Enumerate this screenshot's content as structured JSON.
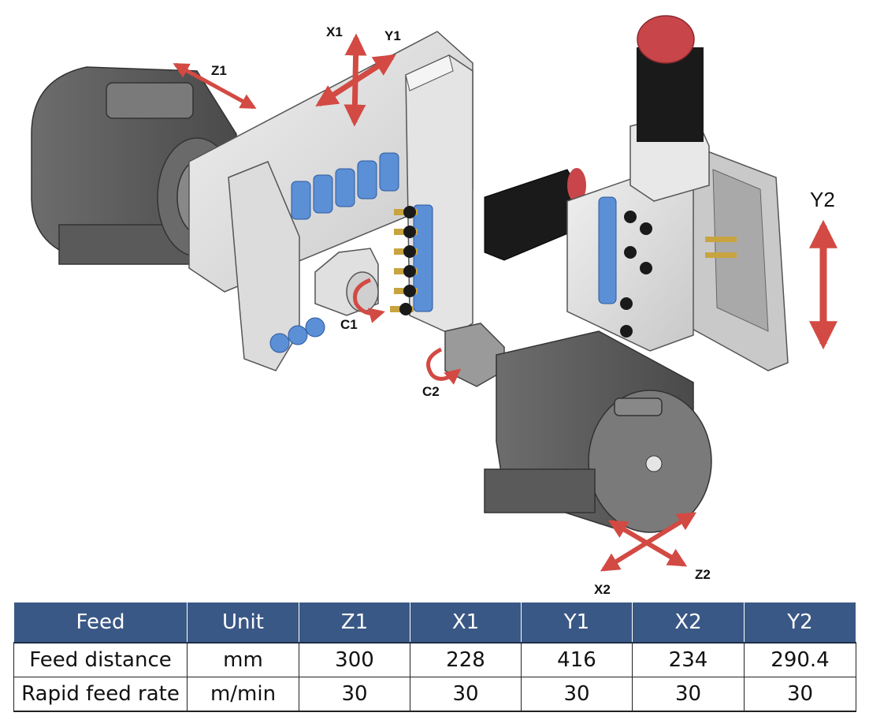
{
  "axes": {
    "x1": "X1",
    "y1": "Y1",
    "z1": "Z1",
    "c1": "C1",
    "c2": "C2",
    "x2": "X2",
    "z2": "Z2",
    "y2": "Y2"
  },
  "colors": {
    "arrow": "#d24a43",
    "header": "#3a5886",
    "tool_holder": "#5b8fd6",
    "motor": "#1a1a1a",
    "cap": "#c8454a"
  },
  "table": {
    "headers": [
      "Feed",
      "Unit",
      "Z1",
      "X1",
      "Y1",
      "X2",
      "Y2"
    ],
    "rows": [
      [
        "Feed distance",
        "mm",
        "300",
        "228",
        "416",
        "234",
        "290.4"
      ],
      [
        "Rapid feed rate",
        "m/min",
        "30",
        "30",
        "30",
        "30",
        "30"
      ]
    ]
  }
}
